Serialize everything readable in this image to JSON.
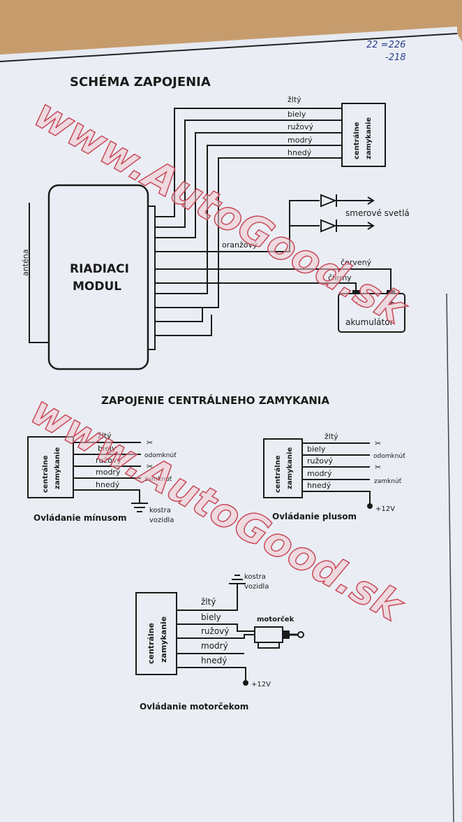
{
  "handwritten_note": [
    "22 =226",
    "-218"
  ],
  "watermark": "www.AutoGood.sk",
  "main": {
    "title": "SCHÉMA ZAPOJENIA",
    "module_label": [
      "RIADIACI",
      "MODUL"
    ],
    "antenna_label": "anténa",
    "lock_box_label": [
      "centrálne",
      "zamykanie"
    ],
    "wires": [
      "žltý",
      "biely",
      "ružový",
      "modrý",
      "hnedý"
    ],
    "turn_signals_label": "smerové svetlá",
    "orange_label": "oranžový",
    "red_label": "červený",
    "black_label": "čierny",
    "battery_label": "akumulátor",
    "battery_minus": "-",
    "battery_plus": "+"
  },
  "section2": {
    "title": "ZAPOJENIE CENTRÁLNEHO ZAMYKANIA",
    "minus": {
      "box_label": [
        "centrálne",
        "zamykanie"
      ],
      "wires": [
        "žltý",
        "biely",
        "ružový",
        "modrý",
        "hnedý"
      ],
      "unlock": "odomknúť",
      "lock": "zamknúť",
      "ground": [
        "kostra",
        "vozidla"
      ],
      "caption": "Ovládanie mínusom"
    },
    "plus": {
      "box_label": [
        "centrálne",
        "zamykanie"
      ],
      "wires": [
        "žltý",
        "biely",
        "ružový",
        "modrý",
        "hnedý"
      ],
      "unlock": "odomknúť",
      "lock": "zamknúť",
      "supply": "+12V",
      "caption": "Ovládanie plusom"
    },
    "motor": {
      "box_label": [
        "centrálne",
        "zamykanie"
      ],
      "wires": [
        "žltý",
        "biely",
        "ružový",
        "modrý",
        "hnedý"
      ],
      "ground": [
        "kostra",
        "vozidla"
      ],
      "motor_label": "motorček",
      "supply": "+12V",
      "caption": "Ovládanie motorčekom"
    }
  }
}
